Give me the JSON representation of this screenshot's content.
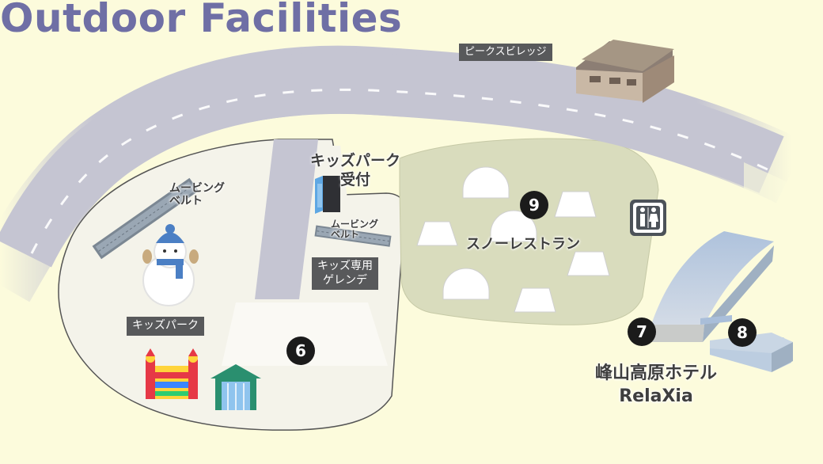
{
  "map": {
    "title": "Outdoor Facilities",
    "labels": {
      "peak_village": "ピークスビレッジ",
      "kids_park_reception": [
        "キッズパーク",
        "受付"
      ],
      "moving_belt_large": [
        "ムービング",
        "ベルト"
      ],
      "moving_belt_small": [
        "ムービング",
        "ベルト"
      ],
      "kids_slope": [
        "キッズ専用",
        "ゲレンデ"
      ],
      "kids_park": "キッズパーク",
      "snow_restaurant": "スノーレストラン",
      "hotel": [
        "峰山高原ホテル",
        "RelaXia"
      ]
    },
    "markers": [
      "6",
      "7",
      "8",
      "9"
    ],
    "icons": [
      "restroom-icon",
      "snowman-icon",
      "bouncy-castle-icon",
      "slide-hut-icon",
      "dome-tent-icon",
      "canopy-tent-icon",
      "building-icon",
      "reception-booth-icon",
      "moving-belt-icon"
    ],
    "colors": {
      "background": "#fcfbdc",
      "road": "#c5c5d2",
      "snow_area": "#f4f3ea",
      "restaurant_area": "#d9dcbd",
      "title": "#6f6fa5",
      "label_box": "#58595b",
      "hotel": "#a9bed9"
    }
  }
}
